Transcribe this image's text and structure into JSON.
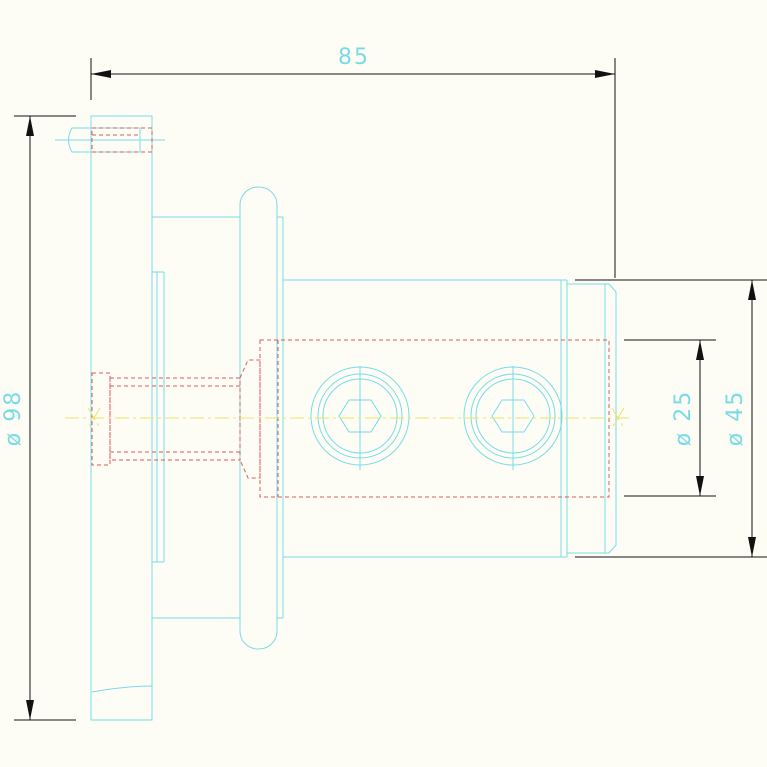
{
  "drawing": {
    "colors": {
      "part_outline": "#79dbe7",
      "hidden_line": "#e05a5a",
      "center_line": "#f0e36a",
      "dimension_line": "#111111",
      "background": "#fdfdf6"
    },
    "dimensions": {
      "overall_length": "85",
      "flange_diameter": "ø 98",
      "bore_diameter": "ø 25",
      "body_diameter": "ø 45"
    }
  }
}
